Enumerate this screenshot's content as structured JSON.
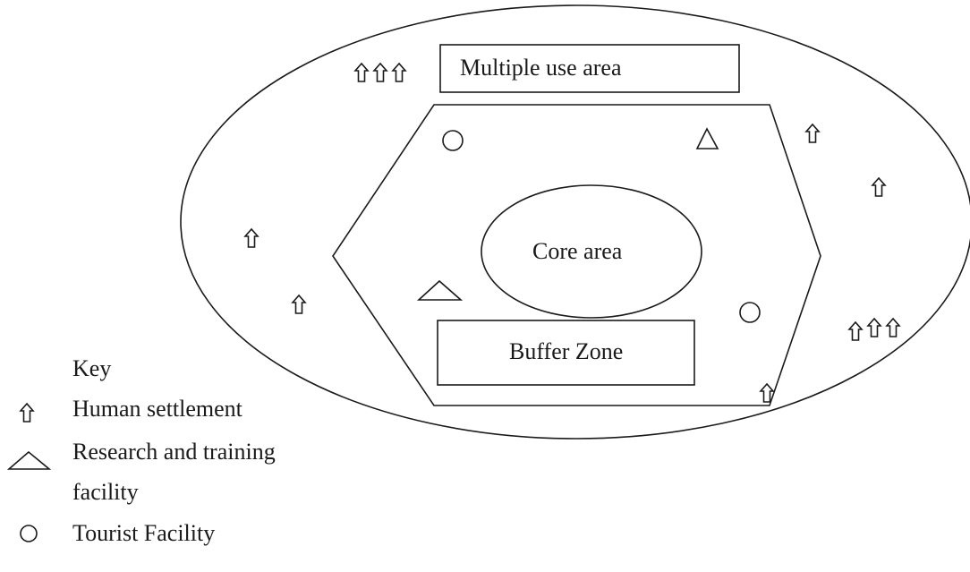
{
  "diagram": {
    "multiple_use_label": "Multiple use area",
    "buffer_label": "Buffer Zone",
    "core_label": "Core area"
  },
  "key": {
    "title": "Key",
    "items": [
      {
        "icon": "house-arrow-icon",
        "label": "Human settlement"
      },
      {
        "icon": "triangle-icon",
        "label": "Research and training"
      },
      {
        "icon": "",
        "label": "facility"
      },
      {
        "icon": "circle-icon",
        "label": "Tourist Facility"
      }
    ]
  }
}
